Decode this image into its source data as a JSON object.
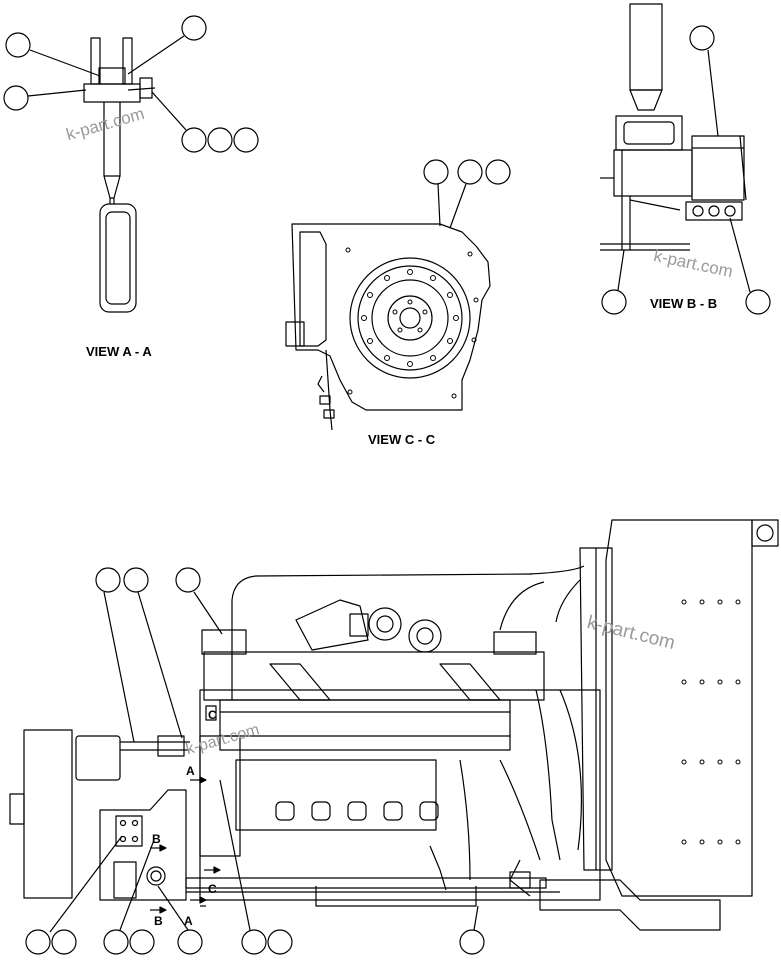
{
  "views": {
    "view_a": "VIEW A - A",
    "view_b": "VIEW B - B",
    "view_c": "VIEW C - C"
  },
  "watermark": "k-part.com",
  "section_markers": {
    "a": "A",
    "b": "B",
    "c": "C"
  },
  "colors": {
    "line": "#000000",
    "background": "#ffffff",
    "watermark": "#9a9a9a"
  }
}
